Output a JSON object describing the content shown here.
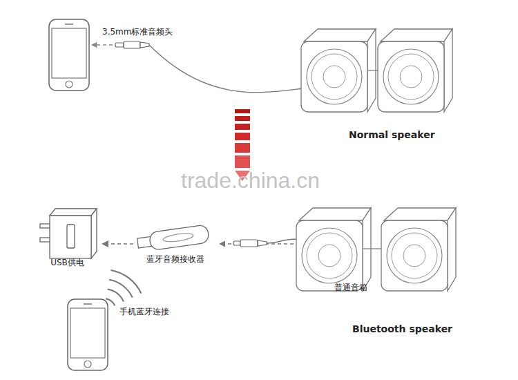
{
  "diagram": {
    "nodes": [
      {
        "text": [
          "USB供电"
        ]
      },
      {
        "text": [
          "蓝牙音频接收器"
        ]
      },
      {
        "text": [
          "普通音箱"
        ]
      },
      {
        "text": [
          "手机蓝牙连接"
        ]
      }
    ],
    "edges": [
      {
        "from": 1,
        "to": 0,
        "arrow": "to"
      },
      {
        "from": 2,
        "to": 1,
        "arrow": "to"
      }
    ],
    "labels": [
      "3.5mm标准音频头",
      "Normal speaker",
      "trade.china.cn",
      "Bluetooth speaker"
    ]
  }
}
